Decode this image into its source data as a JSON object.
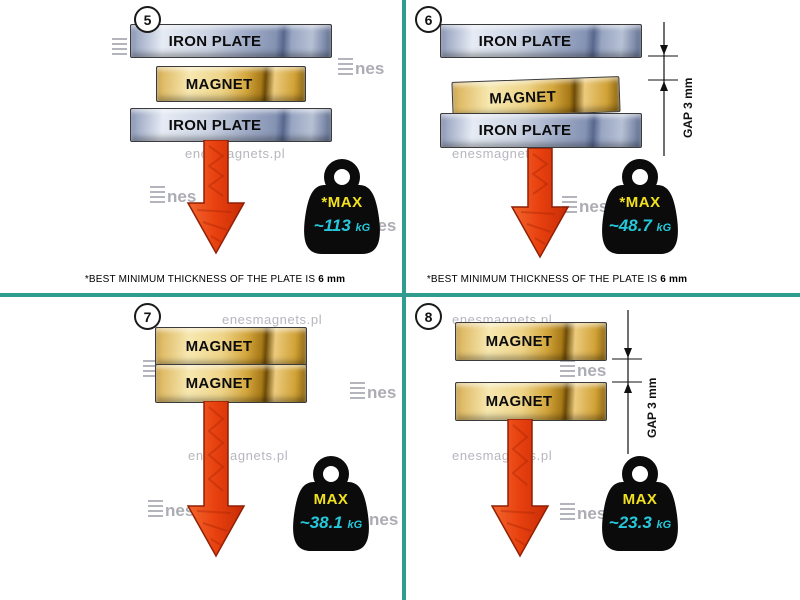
{
  "watermark": {
    "site": "enesmagnets.pl",
    "logo_text": "nes"
  },
  "colors": {
    "divider_teal": "#2f9c8e",
    "arrow_red": "#e8400f",
    "max_yellow": "#f2e11f",
    "value_cyan": "#25c8da",
    "iron_plate_blue": "#9fabc6",
    "magnet_gold": "#d4a73e",
    "weight_black": "#0b0b0b"
  },
  "panels": [
    {
      "number": "5",
      "layers": {
        "top": "IRON PLATE",
        "middle": "MAGNET",
        "bottom": "IRON PLATE"
      },
      "max_label": "*MAX",
      "value": "~113",
      "unit": "kG",
      "footnote_prefix": "*BEST MINIMUM THICKNESS OF THE PLATE IS ",
      "footnote_bold": "6 mm"
    },
    {
      "number": "6",
      "layers": {
        "top": "IRON PLATE",
        "middle": "MAGNET",
        "bottom": "IRON PLATE"
      },
      "gap_label": "GAP 3 mm",
      "max_label": "*MAX",
      "value": "~48.7",
      "unit": "kG",
      "footnote_prefix": "*BEST MINIMUM THICKNESS OF THE PLATE IS ",
      "footnote_bold": "6 mm"
    },
    {
      "number": "7",
      "layers": {
        "top": "MAGNET",
        "bottom": "MAGNET"
      },
      "max_label": "MAX",
      "value": "~38.1",
      "unit": "kG"
    },
    {
      "number": "8",
      "layers": {
        "top": "MAGNET",
        "bottom": "MAGNET"
      },
      "gap_label": "GAP 3 mm",
      "max_label": "MAX",
      "value": "~23.3",
      "unit": "kG"
    }
  ]
}
